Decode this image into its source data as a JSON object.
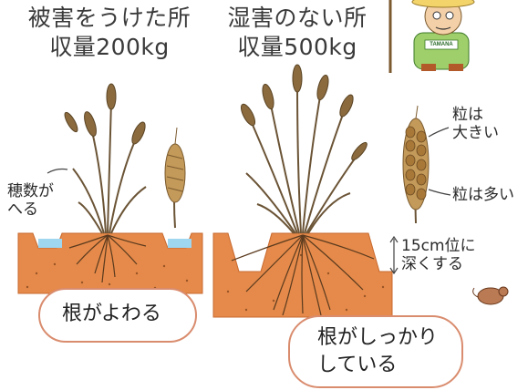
{
  "left_title": {
    "line1": "被害をうけた所",
    "line2": "収量200kg"
  },
  "right_title": {
    "line1": "湿害のない所",
    "line2": "収量500kg"
  },
  "labels": {
    "ears_fewer": {
      "line1": "穂数が",
      "line2": "へる"
    },
    "grain_big": {
      "line1": "粒は",
      "line2": "大きい"
    },
    "grain_many": "粒は多い",
    "ridge": {
      "line1": "15cm位に",
      "line2": "深くする"
    }
  },
  "bubbles": {
    "weak_roots": "根がよわる",
    "strong_roots": {
      "line1": "根がしっかり",
      "line2": "している"
    }
  },
  "mascot": {
    "badge": "TAMANA"
  },
  "colors": {
    "soil": "#e58a4a",
    "soil_dark": "#c86a30",
    "water": "#9fd6f0",
    "bubble_border": "#d98c6e",
    "plant": "#6b5436"
  }
}
